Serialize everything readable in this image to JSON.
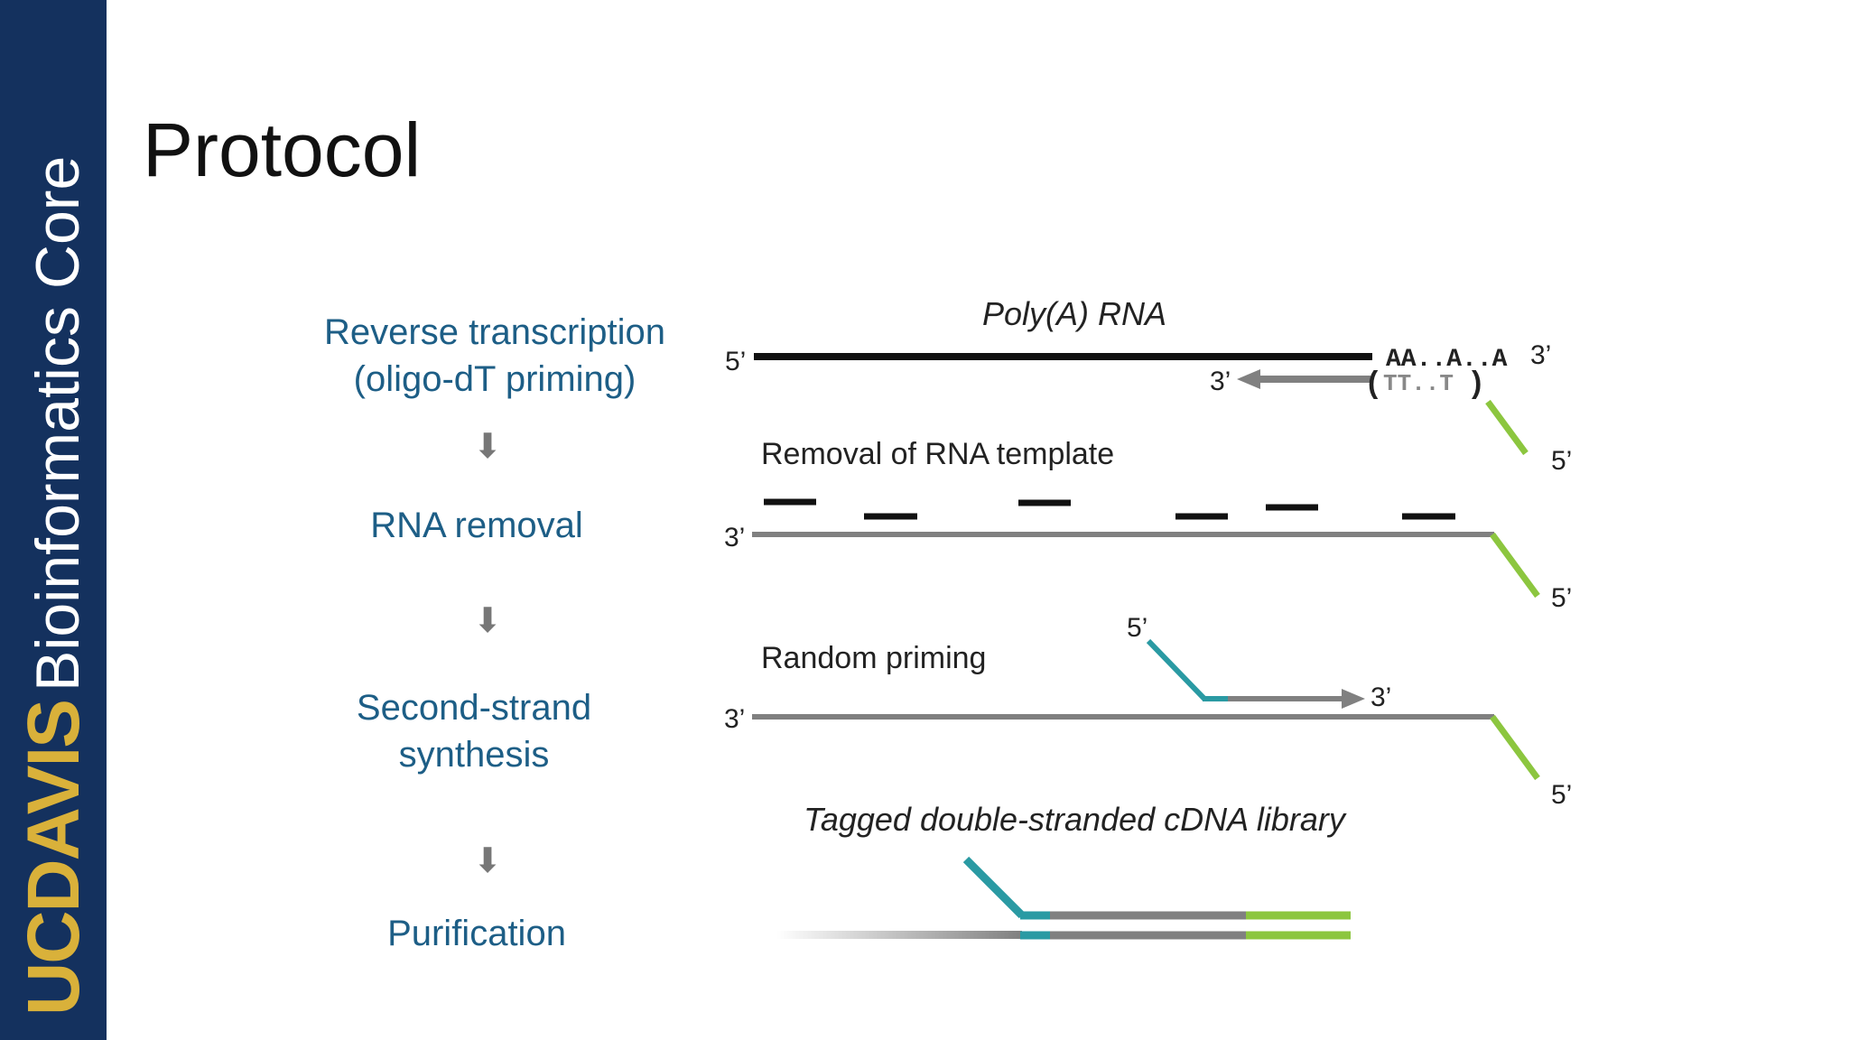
{
  "sidebar": {
    "brand_uc": "UC",
    "brand_davis": "DAVIS",
    "brand_rest": "Bioinformatics Core",
    "bg_color": "#14315e",
    "brand_color": "#d9b13a"
  },
  "page": {
    "title": "Protocol"
  },
  "workflow": {
    "steps": [
      {
        "line1": "Reverse transcription",
        "line2": "(oligo-dT priming)"
      },
      {
        "line1": "RNA removal",
        "line2": ""
      },
      {
        "line1": "Second-strand",
        "line2": "synthesis"
      },
      {
        "line1": "Purification",
        "line2": ""
      }
    ],
    "arrow_icon": "⬇"
  },
  "diagram": {
    "polyA_title": "Poly(A) RNA",
    "polyA_5prime": "5’",
    "polyA_tail": "AA..A..A",
    "polyA_3prime": "3’",
    "oligo_dt": "TT..T",
    "rt_product_3prime": "3’",
    "rt_tag_5prime": "5’",
    "removal_title": "Removal of RNA template",
    "removal_3prime": "3’",
    "removal_5prime": "5’",
    "random_title": "Random priming",
    "random_primer_5prime": "5’",
    "random_primer_3prime": "3’",
    "random_strand_3prime": "3’",
    "random_strand_5prime": "5’",
    "library_title": "Tagged double-stranded cDNA library",
    "colors": {
      "rna": "#111111",
      "cdna": "#808080",
      "tag_green": "#8cc63f",
      "primer_teal": "#2a9aa3"
    }
  }
}
